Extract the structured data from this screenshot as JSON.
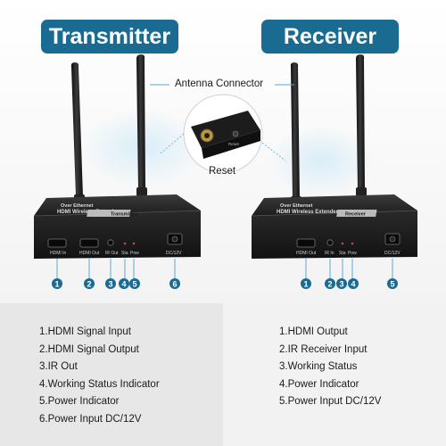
{
  "transmitter": {
    "title": "Transmitter",
    "box": {
      "line1": "Over Ethernet",
      "line2": "HDMI Wireless Extender",
      "badge": "Transmitter"
    },
    "ports": [
      "HDMI In",
      "HDMI Out",
      "IR Out",
      "Sta",
      "Pow",
      "DC/12V"
    ],
    "markers": [
      "1",
      "2",
      "3",
      "4",
      "5",
      "6"
    ],
    "legend": [
      "1.HDMI Signal Input",
      "2.HDMI Signal Output",
      "3.IR Out",
      "4.Working Status Indicator",
      "5.Power Indicator",
      "6.Power Input DC/12V"
    ]
  },
  "receiver": {
    "title": "Receiver",
    "box": {
      "line1": "Over Ethernet",
      "line2": "HDMI Wireless Extender",
      "badge": "Receiver"
    },
    "ports": [
      "HDMI Out",
      "IR In",
      "Sta",
      "Pow",
      "DC/12V"
    ],
    "markers": [
      "1",
      "2",
      "3",
      "4",
      "5"
    ],
    "legend": [
      "1.HDMI Output",
      "2.IR Receiver Input",
      "3.Working Status",
      "4.Power Indicator",
      "5.Power Input DC/12V"
    ]
  },
  "callouts": {
    "antenna": "Antenna Connector",
    "reset": "Reset",
    "closeup_text": "Reset"
  },
  "colors": {
    "pill": "#1a6b91",
    "marker": "#1a6b91",
    "device": "#1b1b1b",
    "leader": "#5aa9d6"
  }
}
